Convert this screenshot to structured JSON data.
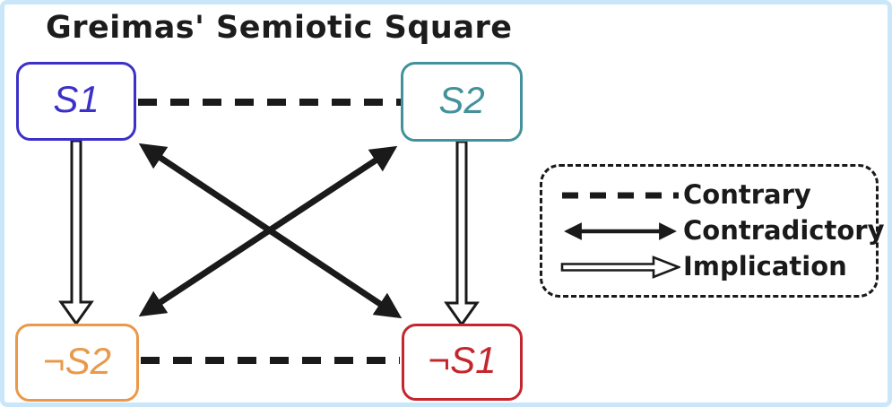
{
  "title": "Greimas' Semiotic Square",
  "frame": {
    "background": "#ffffff",
    "border_color": "#c9e7f8"
  },
  "nodes": [
    {
      "id": "S1",
      "label": "S1",
      "color": "#3b31c8",
      "position": "top-left"
    },
    {
      "id": "S2",
      "label": "S2",
      "color": "#43919b",
      "position": "top-right"
    },
    {
      "id": "nS2",
      "label": "¬S2",
      "color": "#e9994a",
      "position": "bottom-left"
    },
    {
      "id": "nS1",
      "label": "¬S1",
      "color": "#c4262e",
      "position": "bottom-right"
    }
  ],
  "edges": [
    {
      "type": "contrary",
      "from": "S1",
      "to": "S2"
    },
    {
      "type": "contrary",
      "from": "¬S2",
      "to": "¬S1"
    },
    {
      "type": "contradictory",
      "from": "S1",
      "to": "¬S1"
    },
    {
      "type": "contradictory",
      "from": "S2",
      "to": "¬S2"
    },
    {
      "type": "implication",
      "from": "S1",
      "to": "¬S2"
    },
    {
      "type": "implication",
      "from": "S2",
      "to": "¬S1"
    }
  ],
  "legend": {
    "items": [
      {
        "label": "Contrary",
        "style": "dashed-line"
      },
      {
        "label": "Contradictory",
        "style": "double-headed-arrow"
      },
      {
        "label": "Implication",
        "style": "hollow-arrow"
      }
    ]
  },
  "colors": {
    "line": "#1a1a1a",
    "s1_blue": "#3b31c8",
    "s2_teal": "#43919b",
    "ns2_orange": "#e9994a",
    "ns1_red": "#c4262e",
    "frame_blue": "#c9e7f8"
  }
}
